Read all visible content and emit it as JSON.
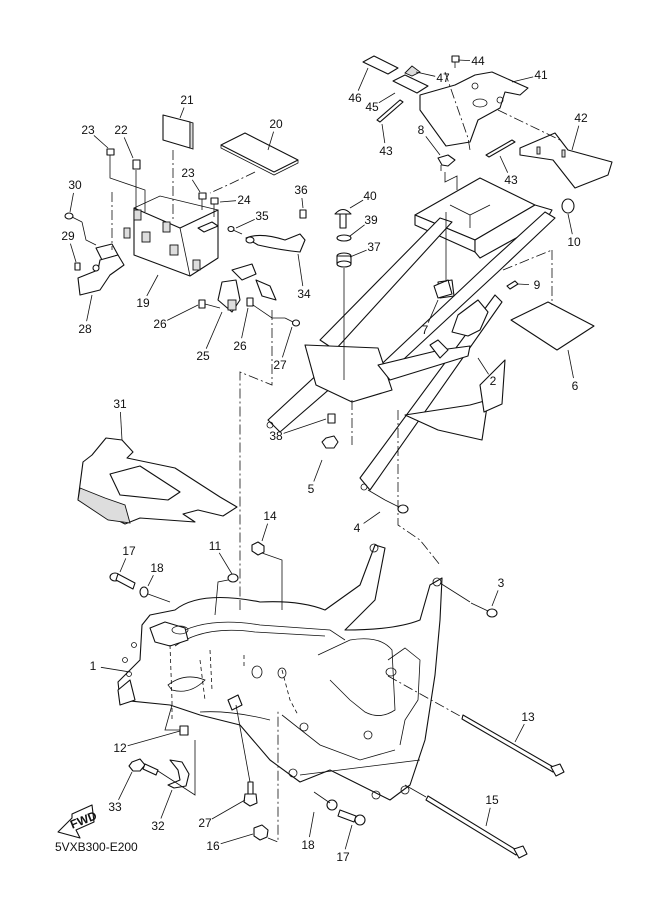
{
  "diagram": {
    "title": "Frame exploded parts diagram",
    "code": "5VXB300-E200",
    "fwd_label": "FWD",
    "callouts": [
      {
        "id": "c1",
        "number": "1",
        "part": "frame-main"
      },
      {
        "id": "c2",
        "number": "2",
        "part": "rear-frame"
      },
      {
        "id": "c3",
        "number": "3",
        "part": "bolt"
      },
      {
        "id": "c4",
        "number": "4",
        "part": "bolt"
      },
      {
        "id": "c5",
        "number": "5",
        "part": "nut"
      },
      {
        "id": "c6",
        "number": "6",
        "part": "plate"
      },
      {
        "id": "c7",
        "number": "7",
        "part": "bracket"
      },
      {
        "id": "c8",
        "number": "8",
        "part": "damper"
      },
      {
        "id": "c9",
        "number": "9",
        "part": "pin"
      },
      {
        "id": "c10",
        "number": "10",
        "part": "cap"
      },
      {
        "id": "c11",
        "number": "11",
        "part": "cap"
      },
      {
        "id": "c12",
        "number": "12",
        "part": "clip"
      },
      {
        "id": "c13",
        "number": "13",
        "part": "long-bolt"
      },
      {
        "id": "c14",
        "number": "14",
        "part": "nut"
      },
      {
        "id": "c15",
        "number": "15",
        "part": "long-bolt"
      },
      {
        "id": "c16",
        "number": "16",
        "part": "nut"
      },
      {
        "id": "c17a",
        "number": "17",
        "part": "bolt"
      },
      {
        "id": "c17b",
        "number": "17",
        "part": "bolt"
      },
      {
        "id": "c18a",
        "number": "18",
        "part": "washer"
      },
      {
        "id": "c18b",
        "number": "18",
        "part": "washer"
      },
      {
        "id": "c19",
        "number": "19",
        "part": "battery-box"
      },
      {
        "id": "c20",
        "number": "20",
        "part": "pad"
      },
      {
        "id": "c21",
        "number": "21",
        "part": "label"
      },
      {
        "id": "c22",
        "number": "22",
        "part": "nut"
      },
      {
        "id": "c23a",
        "number": "23",
        "part": "bolt"
      },
      {
        "id": "c23b",
        "number": "23",
        "part": "bolt"
      },
      {
        "id": "c24",
        "number": "24",
        "part": "bolt"
      },
      {
        "id": "c25",
        "number": "25",
        "part": "bracket"
      },
      {
        "id": "c26a",
        "number": "26",
        "part": "nut"
      },
      {
        "id": "c26b",
        "number": "26",
        "part": "nut"
      },
      {
        "id": "c27a",
        "number": "27",
        "part": "bolt"
      },
      {
        "id": "c27b",
        "number": "27",
        "part": "bolt"
      },
      {
        "id": "c28",
        "number": "28",
        "part": "bracket"
      },
      {
        "id": "c29",
        "number": "29",
        "part": "nut"
      },
      {
        "id": "c30",
        "number": "30",
        "part": "bolt"
      },
      {
        "id": "c31",
        "number": "31",
        "part": "cover"
      },
      {
        "id": "c32",
        "number": "32",
        "part": "bracket"
      },
      {
        "id": "c33",
        "number": "33",
        "part": "bolt"
      },
      {
        "id": "c34",
        "number": "34",
        "part": "stay"
      },
      {
        "id": "c35",
        "number": "35",
        "part": "bolt"
      },
      {
        "id": "c36",
        "number": "36",
        "part": "nut"
      },
      {
        "id": "c37",
        "number": "37",
        "part": "damper"
      },
      {
        "id": "c38",
        "number": "38",
        "part": "collar"
      },
      {
        "id": "c39",
        "number": "39",
        "part": "washer"
      },
      {
        "id": "c40",
        "number": "40",
        "part": "bolt"
      },
      {
        "id": "c41",
        "number": "41",
        "part": "bracket"
      },
      {
        "id": "c42",
        "number": "42",
        "part": "guard"
      },
      {
        "id": "c43a",
        "number": "43",
        "part": "damper-strip"
      },
      {
        "id": "c43b",
        "number": "43",
        "part": "damper-strip"
      },
      {
        "id": "c44",
        "number": "44",
        "part": "bolt"
      },
      {
        "id": "c45",
        "number": "45",
        "part": "label"
      },
      {
        "id": "c46",
        "number": "46",
        "part": "label"
      },
      {
        "id": "c47",
        "number": "47",
        "part": "label"
      }
    ]
  }
}
